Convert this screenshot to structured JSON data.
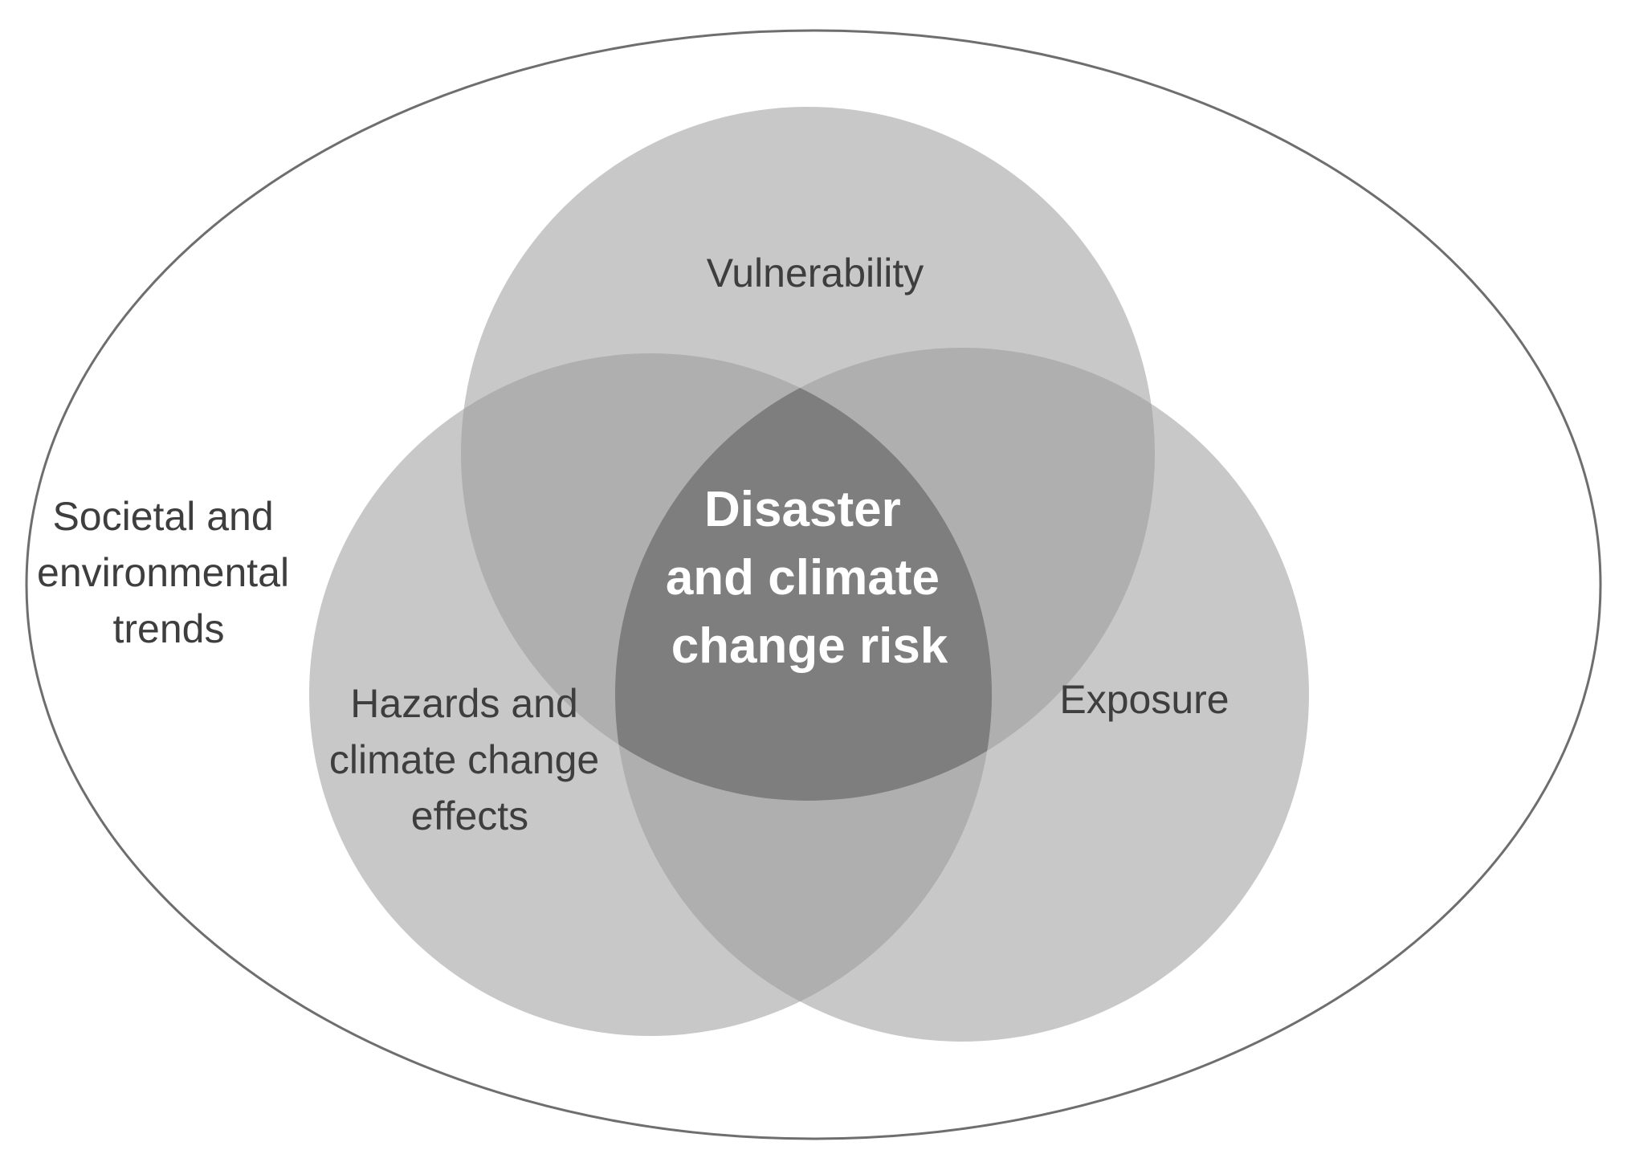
{
  "diagram": {
    "type": "venn",
    "context_label": [
      "Societal and",
      "environmental",
      "trends"
    ],
    "circles": [
      {
        "id": "vulnerability",
        "label": [
          "Vulnerability"
        ]
      },
      {
        "id": "hazards",
        "label": [
          "Hazards and",
          "climate change",
          "effects"
        ]
      },
      {
        "id": "exposure",
        "label": [
          "Exposure"
        ]
      }
    ],
    "center_label": [
      "Disaster",
      "and climate",
      "change risk"
    ],
    "colors": {
      "background": "#ffffff",
      "outer_border": "#6e6e6e",
      "circle_fill": "#9a9a9a",
      "label_text": "#3e3e3e",
      "center_text": "#ffffff"
    }
  }
}
